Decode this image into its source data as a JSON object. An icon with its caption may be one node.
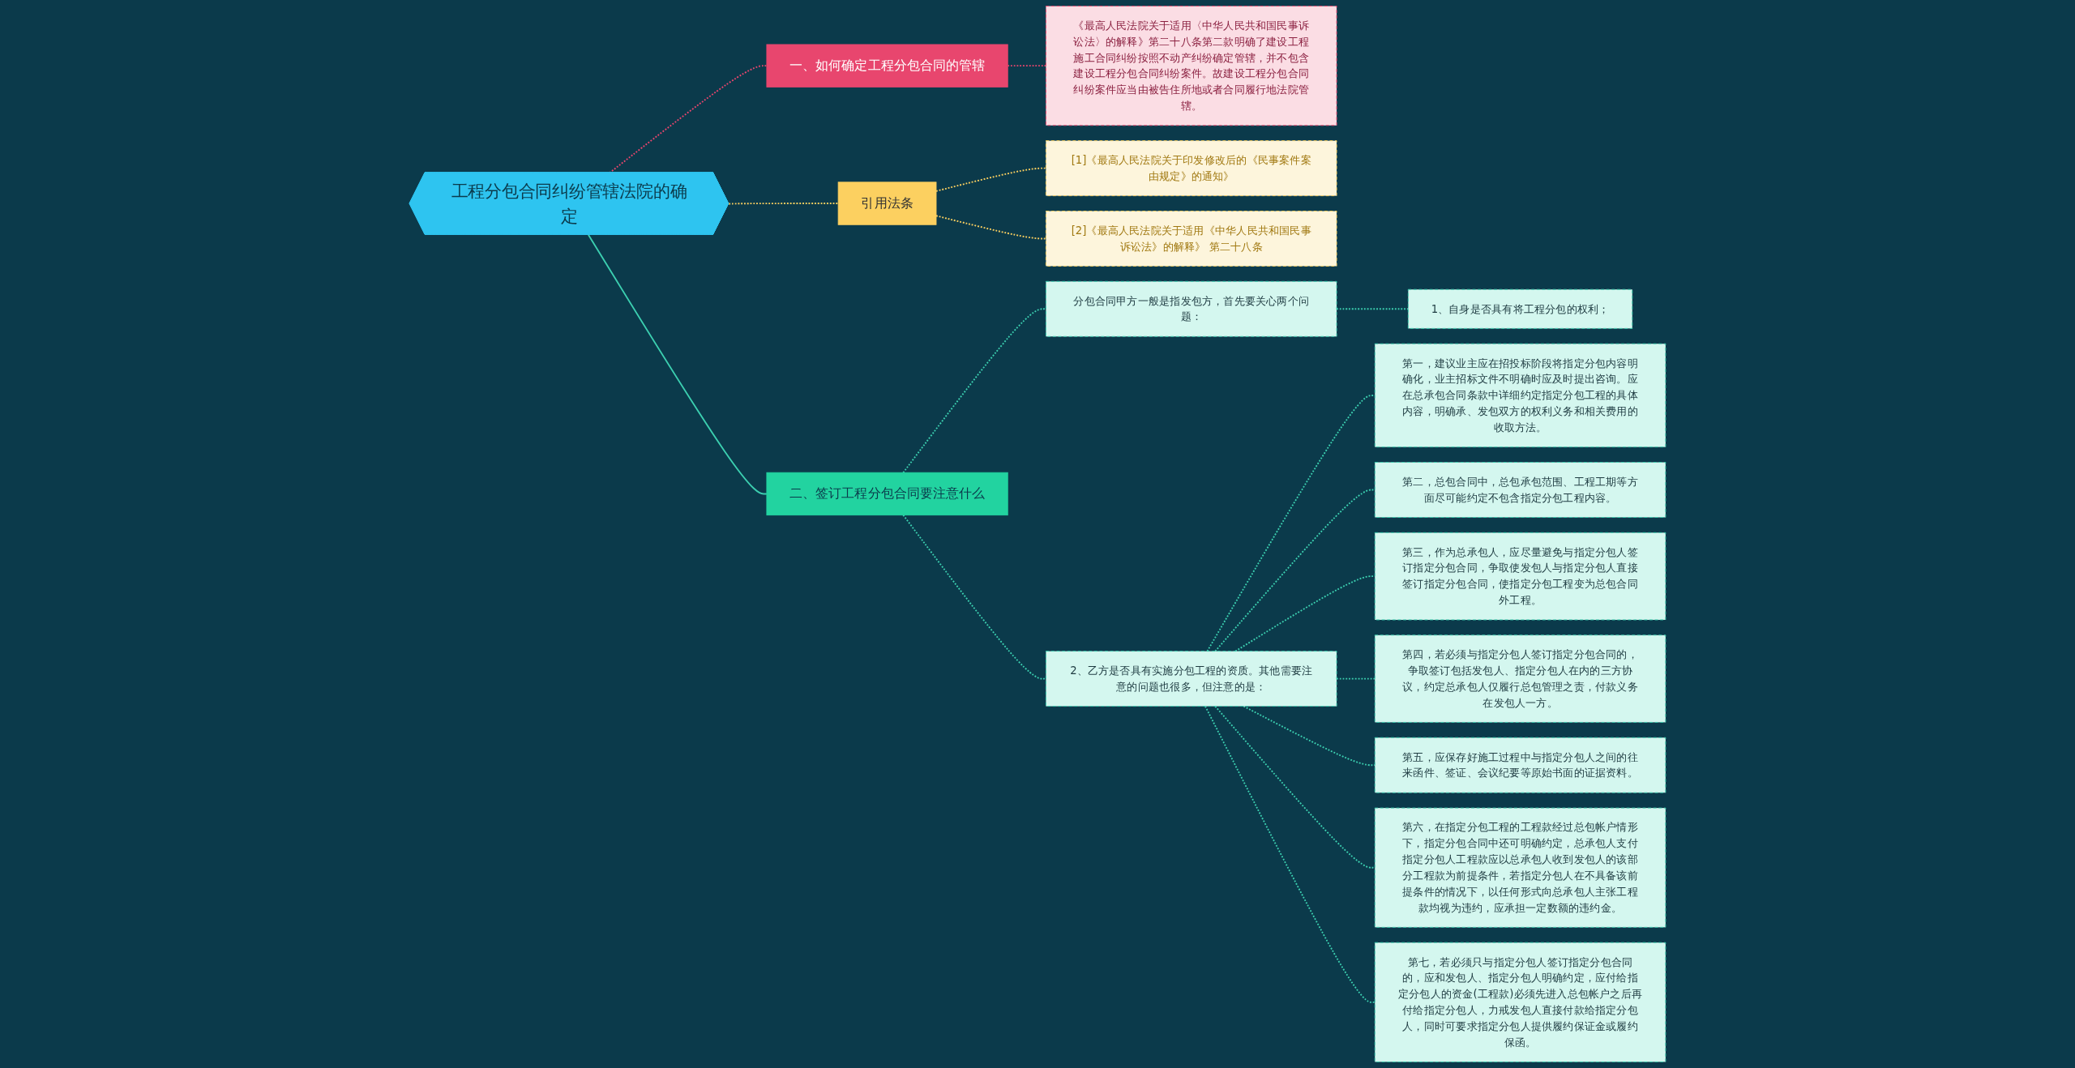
{
  "diagram": {
    "nodes": [
      {
        "text": [
          "工程分包合同纠纷管辖法院的确定"
        ]
      },
      {
        "text": [
          "一、如何确定工程分包合同的管辖"
        ]
      },
      {
        "text": [
          "《最高人民法院关于适用〈中华人民共和国民事诉讼法〉的解释》第二十八条第二款明确了建设工程施工合同纠纷按照不动产纠纷确定管辖，并不包含建设工程分包合同纠纷案件。故建设工程分包合同纠纷案件应当由被告住所地或者合同履行地法院管辖。"
        ]
      },
      {
        "text": [
          "引用法条"
        ]
      },
      {
        "text": [
          "[1]《最高人民法院关于印发修改后的《民事案件案由规定》的通知》"
        ]
      },
      {
        "text": [
          "[2]《最高人民法院关于适用《中华人民共和国民事诉讼法》的解释》 第二十八条"
        ]
      },
      {
        "text": [
          "二、签订工程分包合同要注意什么"
        ]
      },
      {
        "text": [
          "分包合同甲方一般是指发包方，首先要关心两个问题："
        ]
      },
      {
        "text": [
          "1、自身是否具有将工程分包的权利；"
        ]
      },
      {
        "text": [
          "2、乙方是否具有实施分包工程的资质。其他需要注意的问题也很多，但注意的是："
        ]
      },
      {
        "text": [
          "第一，建议业主应在招投标阶段将指定分包内容明确化，业主招标文件不明确时应及时提出咨询。应在总承包合同条款中详细约定指定分包工程的具体内容，明确承、发包双方的权利义务和相关费用的收取方法。"
        ]
      },
      {
        "text": [
          "第二，总包合同中，总包承包范围、工程工期等方面尽可能约定不包含指定分包工程内容。"
        ]
      },
      {
        "text": [
          "第三，作为总承包人，应尽量避免与指定分包人签订指定分包合同，争取使发包人与指定分包人直接签订指定分包合同，使指定分包工程变为总包合同外工程。"
        ]
      },
      {
        "text": [
          "第四，若必须与指定分包人签订指定分包合同的，争取签订包括发包人、指定分包人在内的三方协议，约定总承包人仅履行总包管理之责，付款义务在发包人一方。"
        ]
      },
      {
        "text": [
          "第五，应保存好施工过程中与指定分包人之间的往来函件、签证、会议纪要等原始书面的证据资料。"
        ]
      },
      {
        "text": [
          "第六，在指定分包工程的工程款经过总包帐户情形下，指定分包合同中还可明确约定，总承包人支付指定分包人工程款应以总承包人收到发包人的该部分工程款为前提条件，若指定分包人在不具备该前提条件的情况下，以任何形式向总承包人主张工程款均视为违约，应承担一定数额的违约金。"
        ]
      },
      {
        "text": [
          "第七，若必须只与指定分包人签订指定分包合同的，应和发包人、指定分包人明确约定，应付给指定分包人的资金(工程款)必须先进入总包帐户之后再付给指定分包人，力戒发包人直接付款给指定分包人，同时可要求指定分包人提供履约保证金或履约保函。"
        ]
      }
    ],
    "edges": [
      {
        "from": 0,
        "to": 1,
        "arrow": "none",
        "style": "dashed",
        "color": "#e8466e"
      },
      {
        "from": 1,
        "to": 2,
        "arrow": "none",
        "style": "dashed",
        "color": "#e8466e"
      },
      {
        "from": 0,
        "to": 3,
        "arrow": "none",
        "style": "dashed",
        "color": "#fcd060"
      },
      {
        "from": 3,
        "to": 4,
        "arrow": "none",
        "style": "dashed",
        "color": "#fcd060"
      },
      {
        "from": 3,
        "to": 5,
        "arrow": "none",
        "style": "dashed",
        "color": "#fcd060"
      },
      {
        "from": 0,
        "to": 6,
        "arrow": "none"
      },
      {
        "from": 6,
        "to": 7,
        "arrow": "none",
        "style": "dashed"
      },
      {
        "from": 7,
        "to": 8,
        "arrow": "none",
        "style": "dashed"
      },
      {
        "from": 6,
        "to": 9,
        "arrow": "none",
        "style": "dashed"
      },
      {
        "from": 9,
        "to": 10,
        "arrow": "none",
        "style": "dashed"
      },
      {
        "from": 9,
        "to": 11,
        "arrow": "none",
        "style": "dashed"
      },
      {
        "from": 9,
        "to": 12,
        "arrow": "none",
        "style": "dashed"
      },
      {
        "from": 9,
        "to": 13,
        "arrow": "none",
        "style": "dashed"
      },
      {
        "from": 9,
        "to": 14,
        "arrow": "none",
        "style": "dashed"
      },
      {
        "from": 9,
        "to": 15,
        "arrow": "none",
        "style": "dashed"
      },
      {
        "from": 9,
        "to": 16,
        "arrow": "none",
        "style": "dashed"
      }
    ]
  }
}
